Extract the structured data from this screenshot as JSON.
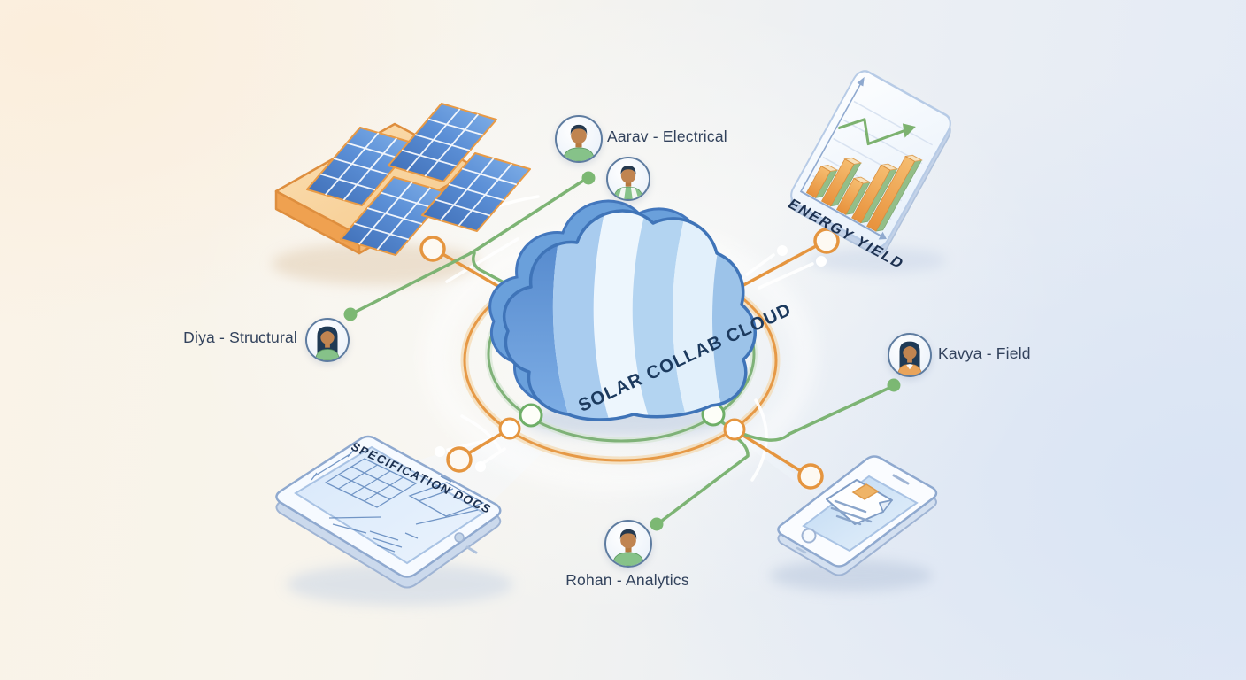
{
  "diagram": {
    "center": {
      "label": "SOLAR COLLAB CLOUD"
    },
    "members": [
      {
        "name": "Aarav",
        "role": "Electrical",
        "label": "Aarav - Electrical"
      },
      {
        "name": "Diya",
        "role": "Structural",
        "label": "Diya - Structural"
      },
      {
        "name": "Kavya",
        "role": "Field",
        "label": "Kavya - Field"
      },
      {
        "name": "Rohan",
        "role": "Analytics",
        "label": "Rohan - Analytics"
      }
    ],
    "artifacts": [
      {
        "type": "bar-chart",
        "label": "ENERGY YIELD"
      },
      {
        "type": "tablet-blueprint",
        "label": "SPECIFICATION DOCS"
      },
      {
        "type": "solar-array"
      },
      {
        "type": "mobile-document"
      }
    ]
  },
  "energy_chart": {
    "type": "bar",
    "bars": [
      34,
      54,
      40,
      68,
      90
    ],
    "trend": [
      [
        -62,
        -14
      ],
      [
        -36,
        -36
      ],
      [
        -14,
        -14
      ],
      [
        26,
        -50
      ]
    ],
    "trend_direction": "up",
    "label": "ENERGY YIELD"
  },
  "colors": {
    "accent_orange": "#E5953F",
    "accent_green": "#7DB474",
    "cloud_blue": "#4377BD",
    "panel_blue": "#4A7CC7",
    "text_navy": "#1D3150",
    "text_label": "#32425C",
    "bg_warm": "#FBF2E3",
    "bg_cool": "#E2EAF6"
  }
}
